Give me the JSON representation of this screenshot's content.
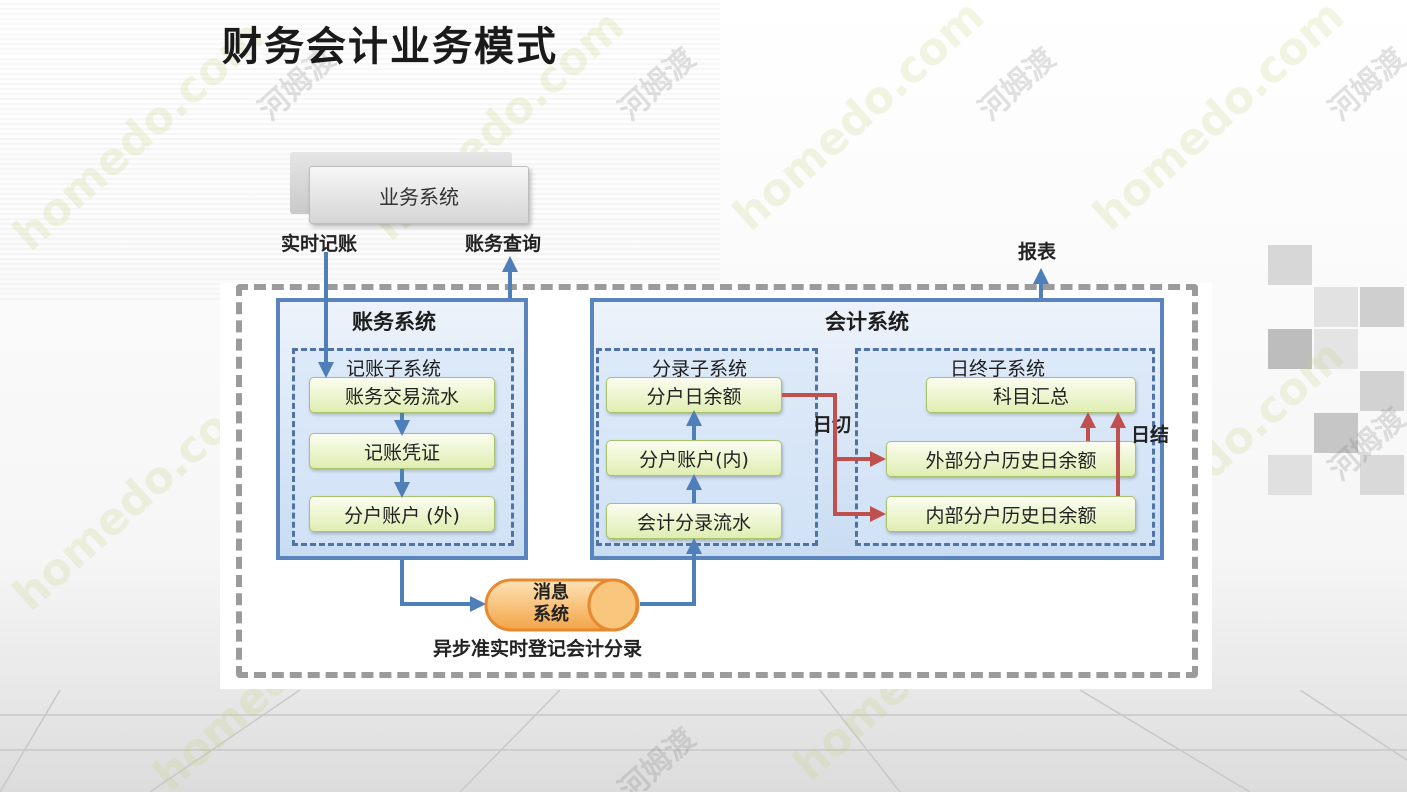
{
  "title": "财务会计业务模式",
  "business_system": {
    "label": "业务系统"
  },
  "labels": {
    "realtime_posting": "实时记账",
    "account_query": "账务查询",
    "report": "报表",
    "day_cut": "日切",
    "day_close": "日结",
    "async_caption": "异步准实时登记会计分录"
  },
  "ledger_system": {
    "title": "账务系统",
    "posting_subsystem": {
      "title": "记账子系统",
      "nodes": [
        "账务交易流水",
        "记账凭证",
        "分户账户 (外)"
      ]
    }
  },
  "accounting_system": {
    "title": "会计系统",
    "entry_subsystem": {
      "title": "分录子系统",
      "nodes": [
        "分户日余额",
        "分户账户(内)",
        "会计分录流水"
      ]
    },
    "eod_subsystem": {
      "title": "日终子系统",
      "nodes": [
        "科目汇总",
        "外部分户历史日余额",
        "内部分户历史日余额"
      ]
    }
  },
  "message_system": {
    "line1": "消息",
    "line2": "系统"
  },
  "colors": {
    "blue_arrow": "#4f7fb8",
    "red_arrow": "#c0504d",
    "node_fill": "#dfeeb2",
    "message_fill": "#f5b15a"
  }
}
